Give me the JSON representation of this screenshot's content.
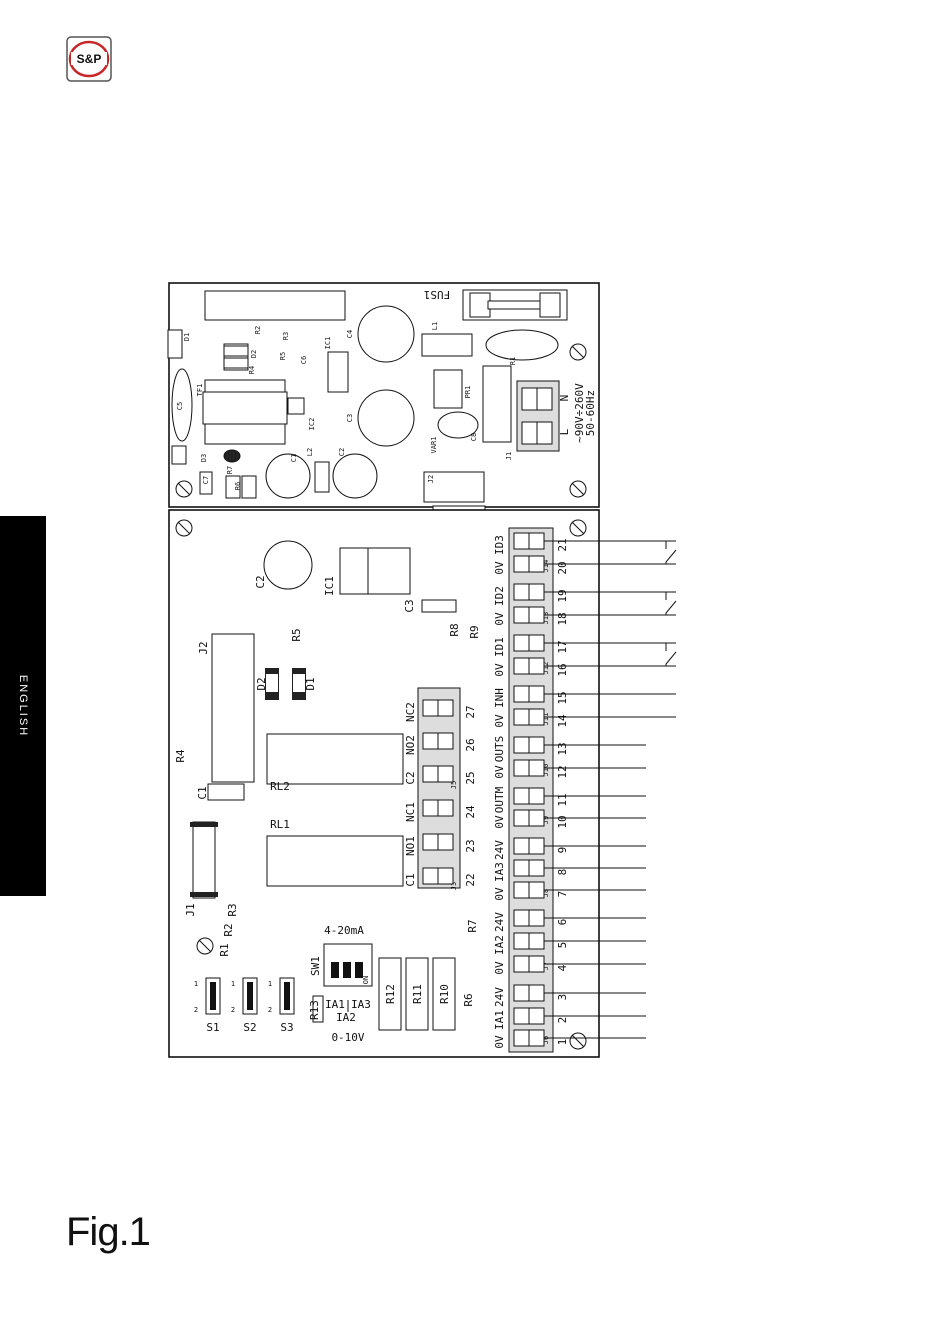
{
  "brand": {
    "logo_text": "S&P"
  },
  "side_tab": {
    "label": "ENGLISH"
  },
  "figure": {
    "caption": "Fig.1"
  },
  "power_board": {
    "fuse_label": "FUS1",
    "supply_label_1": "~90V÷260V",
    "supply_label_2": "50-60Hz",
    "terminals": [
      "N",
      "L"
    ],
    "components": [
      "C4",
      "L1",
      "R1",
      "C3",
      "VAR1",
      "C8",
      "J1",
      "J2",
      "J4",
      "C1",
      "C2",
      "L2",
      "D3",
      "C5",
      "TF1",
      "IC1",
      "IC2",
      "R3",
      "R5",
      "R6",
      "R7",
      "R2",
      "D2",
      "D1",
      "C6",
      "C7",
      "PR1",
      "R4"
    ]
  },
  "control_board": {
    "terminals": [
      {
        "num": "1",
        "label": "0V"
      },
      {
        "num": "2",
        "label": "IA1"
      },
      {
        "num": "3",
        "label": "24V"
      },
      {
        "num": "4",
        "label": "0V"
      },
      {
        "num": "5",
        "label": "IA2"
      },
      {
        "num": "6",
        "label": "24V"
      },
      {
        "num": "7",
        "label": "0V"
      },
      {
        "num": "8",
        "label": "IA3"
      },
      {
        "num": "9",
        "label": "24V"
      },
      {
        "num": "10",
        "label": "0V"
      },
      {
        "num": "11",
        "label": "OUTM"
      },
      {
        "num": "12",
        "label": "0V"
      },
      {
        "num": "13",
        "label": "OUTS"
      },
      {
        "num": "14",
        "label": "0V"
      },
      {
        "num": "15",
        "label": "INH"
      },
      {
        "num": "16",
        "label": "0V"
      },
      {
        "num": "17",
        "label": "ID1"
      },
      {
        "num": "18",
        "label": "0V"
      },
      {
        "num": "19",
        "label": "ID2"
      },
      {
        "num": "20",
        "label": "0V"
      },
      {
        "num": "21",
        "label": "ID3"
      }
    ],
    "connectors": [
      "J6",
      "J7",
      "J8",
      "J9",
      "J10",
      "J11",
      "J12",
      "J13",
      "J14"
    ],
    "relay_terminals": [
      {
        "num": "22",
        "label": "C1"
      },
      {
        "num": "23",
        "label": "NO1"
      },
      {
        "num": "24",
        "label": "NC1"
      },
      {
        "num": "25",
        "label": "C2"
      },
      {
        "num": "26",
        "label": "NO2"
      },
      {
        "num": "27",
        "label": "NC2"
      }
    ],
    "relay_connectors": [
      "J3",
      "J5"
    ],
    "components": [
      "C2",
      "IC1",
      "C3",
      "R5",
      "R8",
      "R9",
      "J2",
      "D2",
      "D1",
      "R4",
      "C1",
      "RL2",
      "RL1",
      "J1",
      "R3",
      "R2",
      "R1",
      "R7",
      "R6",
      "R12",
      "R11",
      "R10",
      "R13",
      "SW1"
    ],
    "switch": {
      "label": "SW1",
      "on": "ON",
      "mode_current": "4-20mA",
      "mode_voltage": "0-10V",
      "inputs": [
        "IA1",
        "IA2",
        "IA3"
      ]
    },
    "jumpers": [
      {
        "name": "S1",
        "pins": [
          "1",
          "2"
        ]
      },
      {
        "name": "S2",
        "pins": [
          "1",
          "2"
        ]
      },
      {
        "name": "S3",
        "pins": [
          "1",
          "2"
        ]
      }
    ]
  }
}
